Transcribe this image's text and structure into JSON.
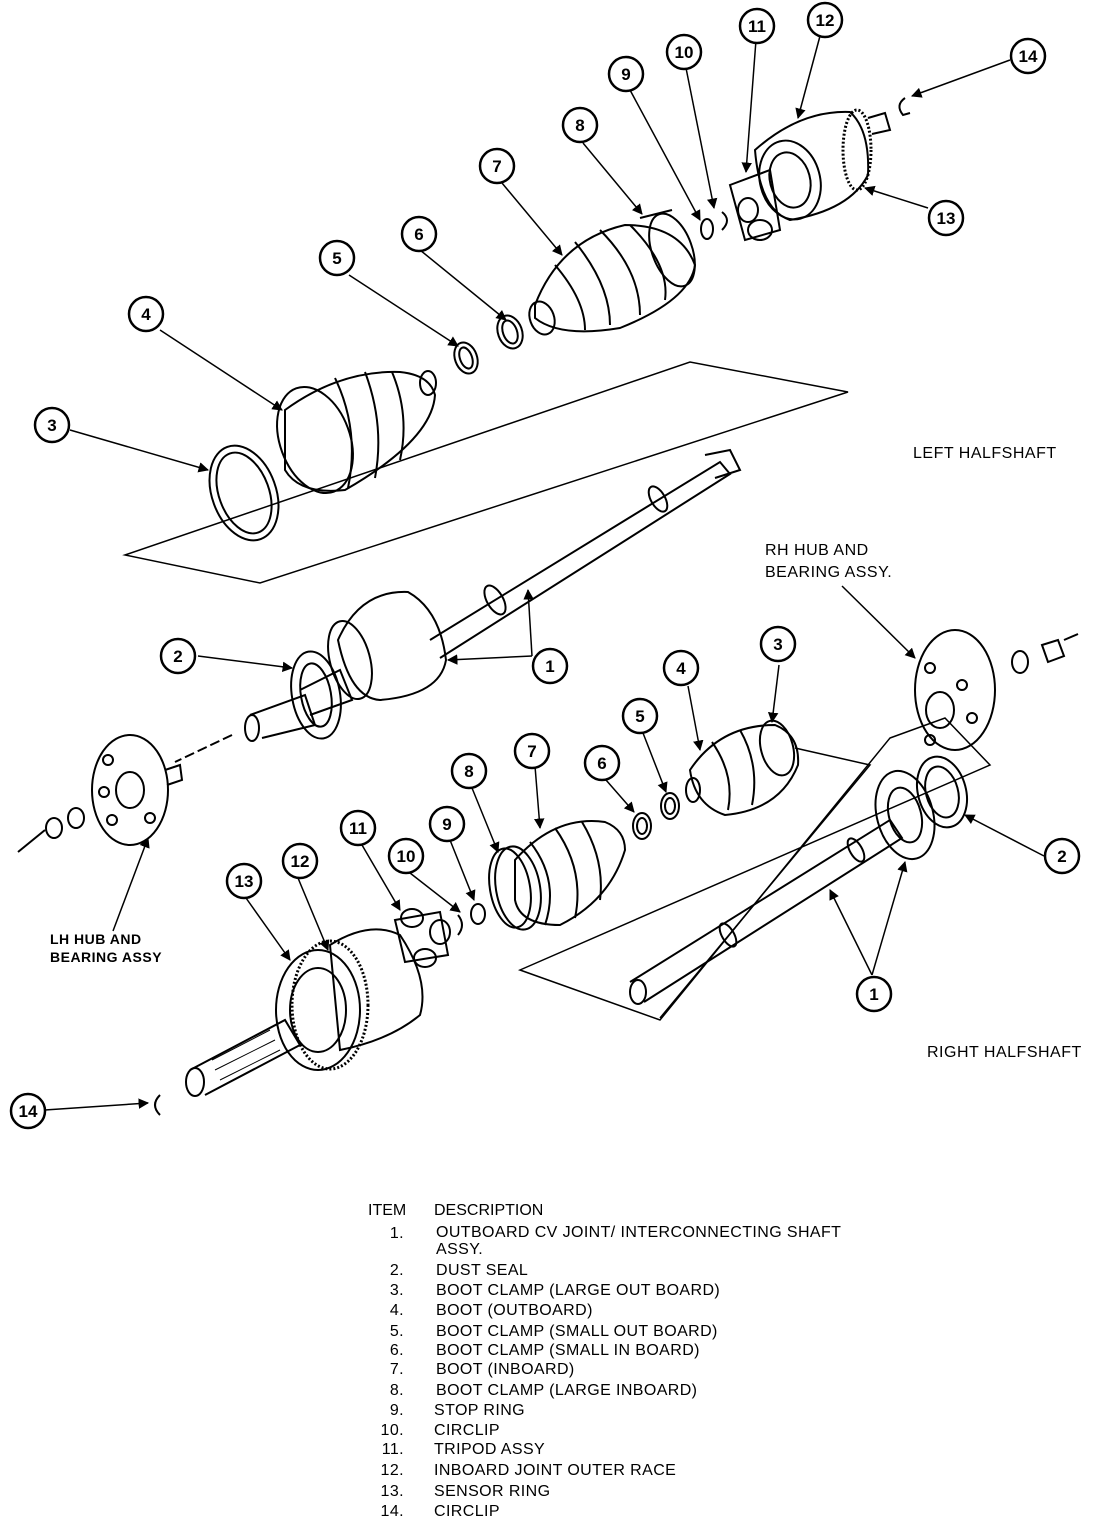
{
  "labels": {
    "left_halfshaft": "LEFT HALFSHAFT",
    "right_halfshaft": "RIGHT HALFSHAFT",
    "rh_hub_line1": "RH HUB AND",
    "rh_hub_line2": "BEARING ASSY.",
    "lh_hub_line1": "LH HUB AND",
    "lh_hub_line2": "BEARING ASSY"
  },
  "callouts": {
    "c1": "1",
    "c2": "2",
    "c3": "3",
    "c4": "4",
    "c5": "5",
    "c6": "6",
    "c7": "7",
    "c8": "8",
    "c9": "9",
    "c10": "10",
    "c11": "11",
    "c12": "12",
    "c13": "13",
    "c14": "14"
  },
  "legend": {
    "item_header": "ITEM",
    "desc_header": "DESCRIPTION",
    "items": [
      {
        "num": "1.",
        "desc": "OUTBOARD CV JOINT/ INTERCONNECTING SHAFT\nASSY."
      },
      {
        "num": "2.",
        "desc": "DUST SEAL"
      },
      {
        "num": "3.",
        "desc": "BOOT CLAMP (LARGE OUT BOARD)"
      },
      {
        "num": "4.",
        "desc": "BOOT (OUTBOARD)"
      },
      {
        "num": "5.",
        "desc": "BOOT CLAMP (SMALL OUT BOARD)"
      },
      {
        "num": "6.",
        "desc": "BOOT CLAMP (SMALL IN BOARD)"
      },
      {
        "num": "7.",
        "desc": "BOOT (INBOARD)"
      },
      {
        "num": "8.",
        "desc": "BOOT CLAMP (LARGE INBOARD)"
      },
      {
        "num": "9.",
        "desc": "STOP RING"
      },
      {
        "num": "10.",
        "desc": "CIRCLIP"
      },
      {
        "num": "11.",
        "desc": "TRIPOD ASSY"
      },
      {
        "num": "12.",
        "desc": "INBOARD JOINT OUTER RACE"
      },
      {
        "num": "13.",
        "desc": "SENSOR RING"
      },
      {
        "num": "14.",
        "desc": "CIRCLIP"
      }
    ]
  }
}
